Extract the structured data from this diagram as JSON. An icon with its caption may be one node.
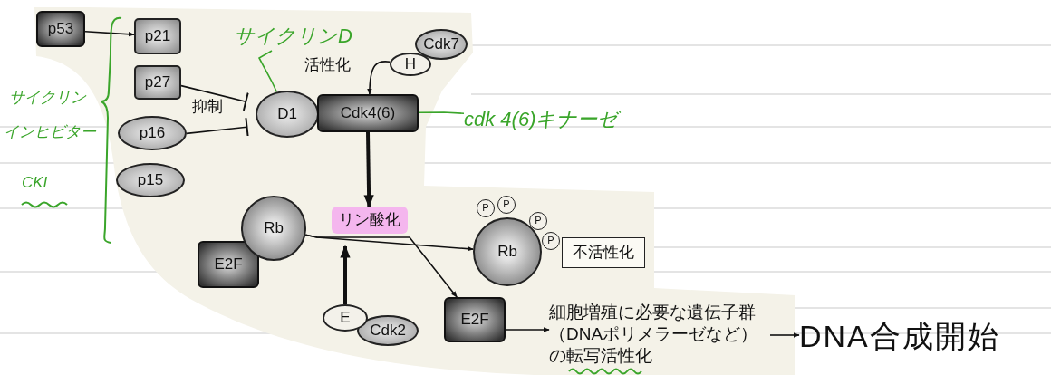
{
  "diagram": {
    "nodes": [
      {
        "text": [
          "p53"
        ]
      },
      {
        "text": [
          "p21"
        ]
      },
      {
        "text": [
          "p27"
        ]
      },
      {
        "text": [
          "p16"
        ]
      },
      {
        "text": [
          "p15"
        ]
      },
      {
        "text": [
          "D1"
        ]
      },
      {
        "text": [
          "Cdk4(6)"
        ]
      },
      {
        "text": [
          "H"
        ]
      },
      {
        "text": [
          "Cdk7"
        ]
      },
      {
        "text": [
          "Rb"
        ]
      },
      {
        "text": [
          "E2F"
        ]
      },
      {
        "text": [
          "リン酸化"
        ]
      },
      {
        "text": [
          "Rb"
        ]
      },
      {
        "text": [
          "P"
        ]
      },
      {
        "text": [
          "P"
        ]
      },
      {
        "text": [
          "P"
        ]
      },
      {
        "text": [
          "P"
        ]
      },
      {
        "text": [
          "不活性化"
        ]
      },
      {
        "text": [
          "E"
        ]
      },
      {
        "text": [
          "Cdk2"
        ]
      },
      {
        "text": [
          "E2F"
        ]
      },
      {
        "text": [
          "細胞増殖に必要な遺伝子群（DNAポリメラーゼなど）の転写活性化"
        ]
      },
      {
        "text": [
          "DNA合成開始"
        ]
      },
      {
        "text": [
          "サイクリンD"
        ]
      },
      {
        "text": [
          "cdk 4(6)キナーゼ"
        ]
      }
    ],
    "edges": [
      {
        "from": 0,
        "to": 1,
        "arrow": "to"
      },
      {
        "from": 2,
        "to": 5,
        "arrow": "other"
      },
      {
        "from": 3,
        "to": 5,
        "arrow": "other"
      },
      {
        "from": 7,
        "to": 6,
        "arrow": "to"
      },
      {
        "from": 6,
        "to": 11,
        "arrow": "to",
        "style": "thick"
      },
      {
        "from": 9,
        "to": 12,
        "arrow": "to"
      },
      {
        "from": 9,
        "to": 20,
        "arrow": "to"
      },
      {
        "from": 18,
        "to": 11,
        "arrow": "to",
        "style": "thick"
      },
      {
        "from": 20,
        "to": 21,
        "arrow": "to"
      },
      {
        "from": 21,
        "to": 22,
        "arrow": "to"
      },
      {
        "from": 23,
        "to": 5,
        "arrow": "none",
        "color": "#3aa52a"
      },
      {
        "from": 24,
        "to": 6,
        "arrow": "none",
        "color": "#3aa52a"
      }
    ],
    "labels": [
      "サイクリン",
      "インヒビター",
      "CKI",
      "抑制",
      "活性化"
    ]
  }
}
